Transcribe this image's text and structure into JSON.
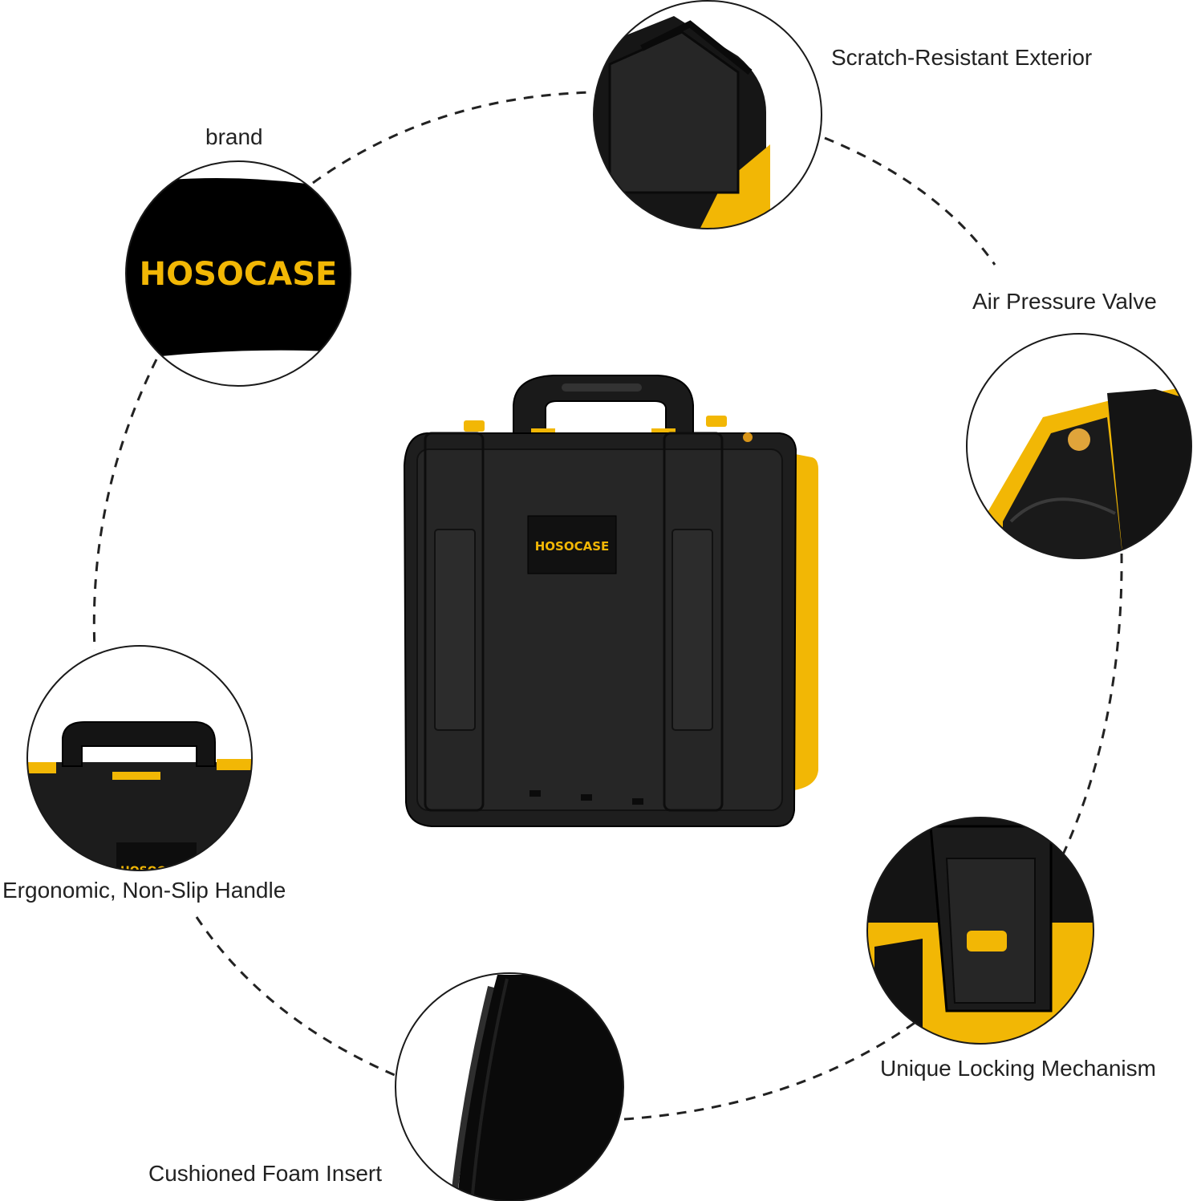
{
  "brand": {
    "name": "HOSOCASE",
    "accent_color": "#f2b705",
    "body_color": "#1c1c1c"
  },
  "features": {
    "brand_label": "brand",
    "scratch_label": "Scratch-Resistant Exterior",
    "valve_label": "Air Pressure Valve",
    "handle_label": "Ergonomic, Non-Slip Handle",
    "lock_label": "Unique Locking Mechanism",
    "foam_label": "Cushioned Foam Insert"
  },
  "product": {
    "logo_text": "HOSOCASE",
    "handle_badge_text": "HOSOCA"
  }
}
